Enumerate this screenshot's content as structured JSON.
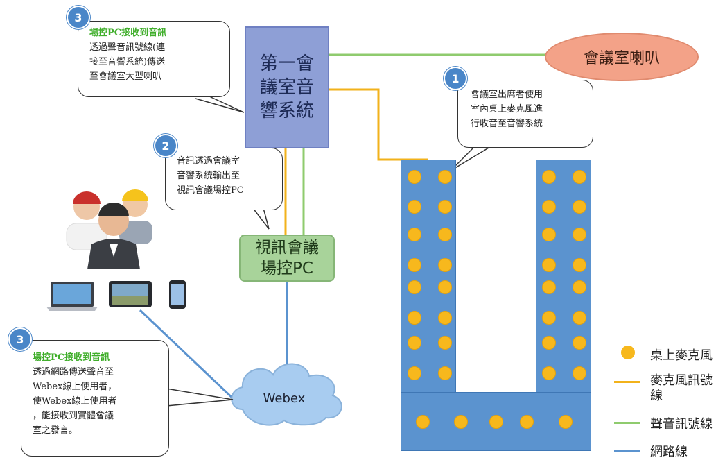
{
  "nodes": {
    "audio_system": "第一會議室音響系統",
    "control_pc": "視訊會議場控PC",
    "speaker": "會議室喇叭",
    "webex": "Webex"
  },
  "callouts": [
    {
      "badge": "3",
      "title": "場控PC接收到音訊",
      "lines": [
        "透過聲音訊號線(連",
        "接至音響系統)傳送",
        "至會議室大型喇叭"
      ]
    },
    {
      "badge": "1",
      "title": "",
      "lines": [
        "會議室出席者使用",
        "室內桌上麥克風進",
        "行收音至音響系統"
      ]
    },
    {
      "badge": "2",
      "title": "",
      "lines": [
        "音訊透過會議室",
        "音響系統輸出至",
        "視訊會議場控PC"
      ]
    },
    {
      "badge": "3",
      "title": "場控PC接收到音訊",
      "lines": [
        "透過網路傳送聲音至",
        "Webex線上使用者，",
        "使Webex線上使用者",
        "，能接收到實體會議",
        "室之發言。"
      ]
    }
  ],
  "legend": [
    {
      "label": "桌上麥克風",
      "kind": "dot",
      "color": "#f7b81d"
    },
    {
      "label": "麥克風訊號線",
      "kind": "line",
      "color": "#f2b21b"
    },
    {
      "label": "聲音訊號線",
      "kind": "line",
      "color": "#8fcb6e"
    },
    {
      "label": "網路線",
      "kind": "line",
      "color": "#5b93cf"
    }
  ],
  "icons": [
    "users-icon",
    "laptop-icon",
    "tablet-icon",
    "phone-icon",
    "cloud-icon"
  ]
}
